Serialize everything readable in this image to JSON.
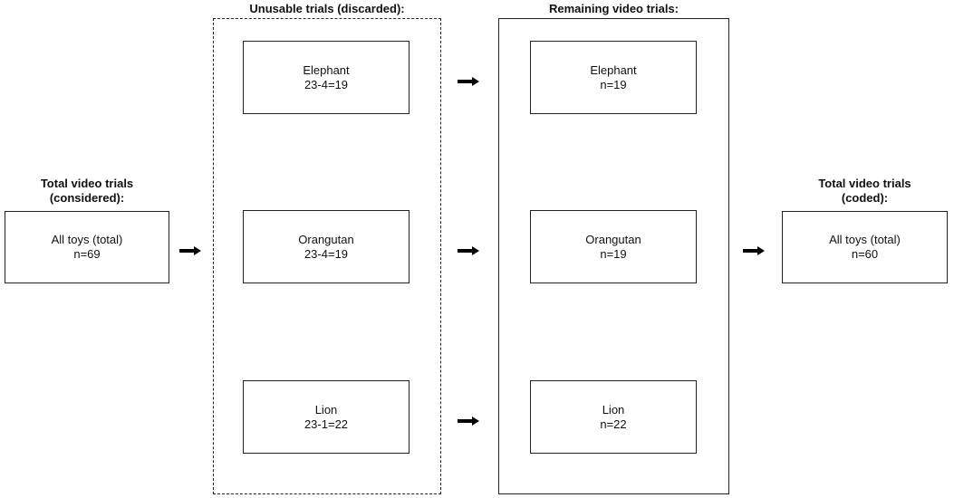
{
  "left": {
    "heading_line1": "Total video trials",
    "heading_line2": "(considered):",
    "box_line1": "All toys (total)",
    "box_line2": "n=69"
  },
  "discarded": {
    "heading": "Unusable trials (discarded):",
    "items": [
      {
        "name": "Elephant",
        "value": "23-4=19"
      },
      {
        "name": "Orangutan",
        "value": "23-4=19"
      },
      {
        "name": "Lion",
        "value": "23-1=22"
      }
    ]
  },
  "remaining": {
    "heading": "Remaining video trials:",
    "items": [
      {
        "name": "Elephant",
        "value": "n=19"
      },
      {
        "name": "Orangutan",
        "value": "n=19"
      },
      {
        "name": "Lion",
        "value": "n=22"
      }
    ]
  },
  "right": {
    "heading_line1": "Total video trials",
    "heading_line2": "(coded):",
    "box_line1": "All toys (total)",
    "box_line2": "n=60"
  }
}
